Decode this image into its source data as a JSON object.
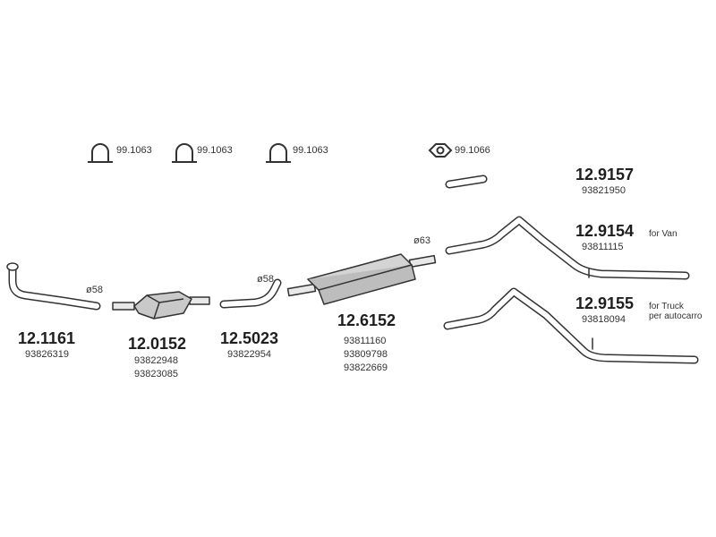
{
  "clamps": [
    {
      "code": "99.1063",
      "icon": "u-bolt-clamp-icon"
    },
    {
      "code": "99.1063",
      "icon": "u-bolt-clamp-icon"
    },
    {
      "code": "99.1063",
      "icon": "u-bolt-clamp-icon"
    },
    {
      "code": "99.1066",
      "icon": "flange-gasket-icon"
    }
  ],
  "parts": {
    "front_pipe": {
      "code": "12.1161",
      "refs": [
        "93826319"
      ],
      "diameter": "ø58"
    },
    "catalyst": {
      "code": "12.0152",
      "refs": [
        "93822948",
        "93823085"
      ]
    },
    "middle_pipe": {
      "code": "12.5023",
      "refs": [
        "93822954"
      ],
      "diameter": "ø58"
    },
    "silencer": {
      "code": "12.6152",
      "refs": [
        "93811160",
        "93809798",
        "93822669"
      ],
      "diameter": "ø63"
    },
    "tail_piece": {
      "code": "12.9157",
      "refs": [
        "93821950"
      ]
    },
    "tail_pipe_van": {
      "code": "12.9154",
      "refs": [
        "93811115"
      ],
      "note": "for Van"
    },
    "tail_pipe_truck": {
      "code": "12.9155",
      "refs": [
        "93818094"
      ],
      "note_1": "for Truck",
      "note_2": "per autocarro"
    }
  }
}
